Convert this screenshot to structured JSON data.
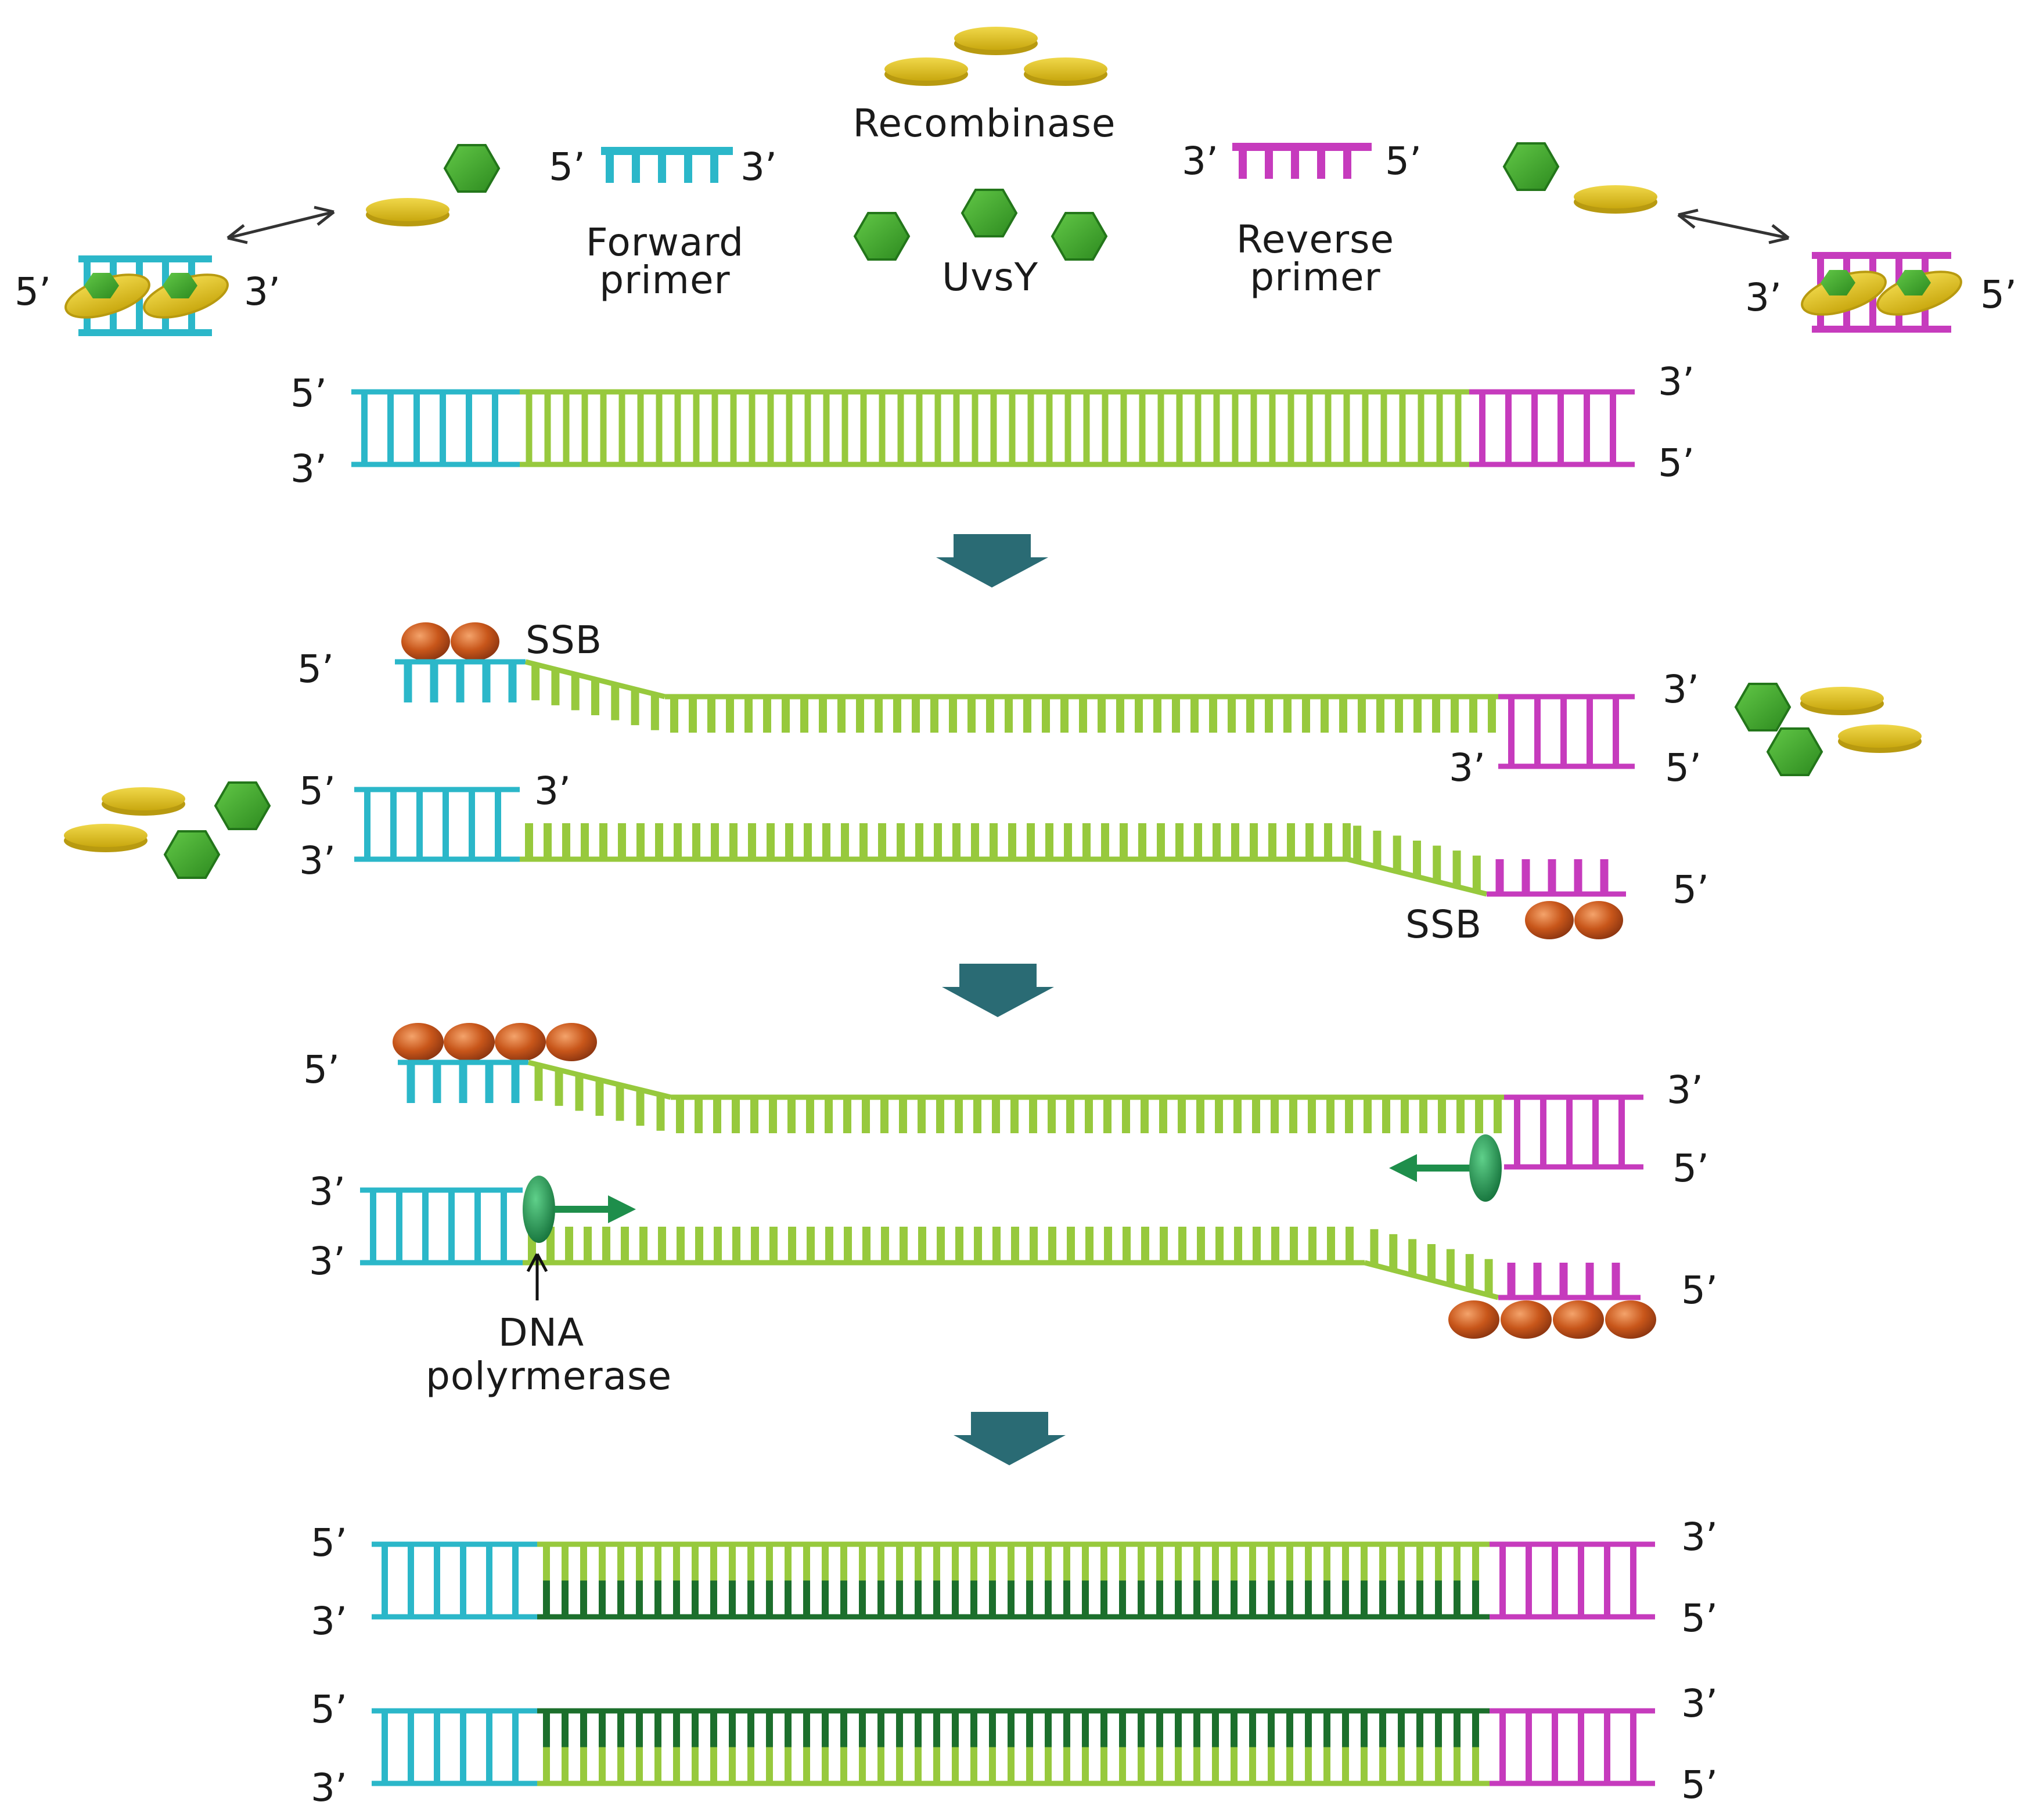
{
  "labels": {
    "recombinase": "Recombinase",
    "uvsy": "UvsY",
    "forward_primer_line1": "Forward",
    "forward_primer_line2": "primer",
    "reverse_primer_line1": "Reverse",
    "reverse_primer_line2": "primer",
    "ssb": "SSB",
    "dna_polymerase_line1": "DNA",
    "dna_polymerase_line2": "polyrmerase",
    "five_prime": "5’",
    "three_prime": "3’"
  },
  "colors": {
    "forward_primer": "#2bb7c9",
    "reverse_primer": "#c63bbd",
    "template": "#97c93d",
    "new_strand": "#1c6f2c",
    "recombinase": "#e2c424",
    "uvsy": "#3fae2a",
    "ssb": "#c8561a",
    "polymerase": "#1e8e4b",
    "step_arrow": "#2a6b74"
  },
  "icons": {
    "recombinase": "yellow-disc-icon",
    "uvsy": "green-hexagon-icon",
    "ssb": "orange-sphere-icon",
    "polymerase": "green-ellipse-icon",
    "step": "down-arrow-icon"
  }
}
